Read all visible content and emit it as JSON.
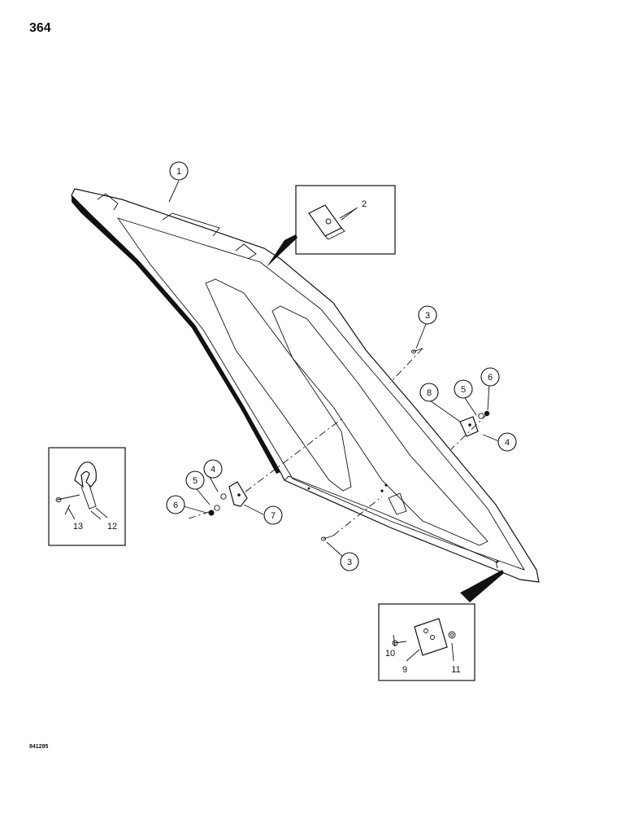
{
  "page": {
    "number": "364",
    "drawing_code": "841285"
  },
  "callouts": [
    {
      "id": "c1",
      "label": "1"
    },
    {
      "id": "c2",
      "label": "2"
    },
    {
      "id": "c3a",
      "label": "3"
    },
    {
      "id": "c3b",
      "label": "3"
    },
    {
      "id": "c4a",
      "label": "4"
    },
    {
      "id": "c4b",
      "label": "4"
    },
    {
      "id": "c5a",
      "label": "5"
    },
    {
      "id": "c5b",
      "label": "5"
    },
    {
      "id": "c6a",
      "label": "6"
    },
    {
      "id": "c6b",
      "label": "6"
    },
    {
      "id": "c7",
      "label": "7"
    },
    {
      "id": "c8",
      "label": "8"
    },
    {
      "id": "c9",
      "label": "9"
    },
    {
      "id": "c10",
      "label": "10"
    },
    {
      "id": "c11",
      "label": "11"
    },
    {
      "id": "c12",
      "label": "12"
    },
    {
      "id": "c13",
      "label": "13"
    }
  ]
}
